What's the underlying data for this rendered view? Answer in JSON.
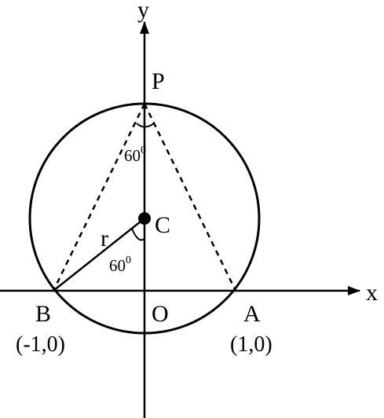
{
  "labels": {
    "y_axis": "y",
    "x_axis": "x",
    "point_p": "P",
    "point_c": "C",
    "point_b": "B",
    "point_o": "O",
    "point_a": "A",
    "coord_b": "(-1,0)",
    "coord_a": "(1,0)",
    "radius": "r",
    "angle_top_value": "60",
    "angle_top_degree": "0",
    "angle_center_value": "60",
    "angle_center_degree": "0"
  },
  "colors": {
    "ink": "#000000",
    "background": "#ffffff"
  }
}
